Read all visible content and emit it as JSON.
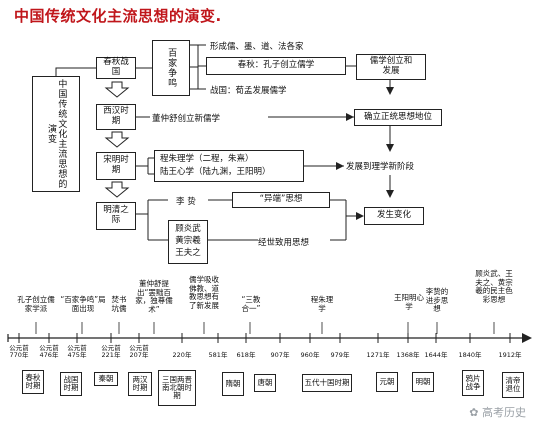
{
  "title": "中国传统文化主流思想的演变.",
  "root": "中国传统文化主流思想的演变",
  "periods": {
    "spring": "春秋战国",
    "han": "西汉时期",
    "songming": "宋明时期",
    "mingqing": "明清之际"
  },
  "baijia": "百家争鸣",
  "spring_items": [
    "形成儒、墨、道、法各家",
    "春秋：孔子创立儒学",
    "战国：荀孟发展儒学"
  ],
  "spring_result": "儒学创立和发展",
  "han_item": "董仲舒创立新儒学",
  "han_result": "确立正统思想地位",
  "songming_items": [
    "程朱理学（二程，朱熹）",
    "陆王心学（陆九渊，王阳明）"
  ],
  "songming_result": "发展到理学新阶段",
  "li_zhi": "李 贽",
  "yiduan": "“异端”思想",
  "qing_names": [
    "顾炎武",
    "黄宗羲",
    "王夫之"
  ],
  "jingshi": "经世致用思想",
  "mingqing_result": "发生变化",
  "timeline": {
    "events": [
      "孔子创立儒家学派",
      "“百家争鸣”局面出现",
      "焚书坑儒",
      "董仲舒提出“罢黜百家，独尊儒术”",
      "儒学吸收佛教、道教思想有了新发展",
      "“三教合一”",
      "程朱理学",
      "王阳明心学",
      "李贽的进步思想",
      "顾炎武、王夫之、黄宗羲的民主色彩思想"
    ],
    "dates": [
      "公元前770年",
      "公元前476年",
      "公元前475年",
      "公元前221年",
      "公元前207年",
      "220年",
      "581年",
      "618年",
      "907年",
      "960年",
      "979年",
      "1271年",
      "1368年",
      "1644年",
      "1840年",
      "1912年"
    ],
    "periods": [
      "春秋时期",
      "战国时期",
      "秦朝",
      "两汉时期",
      "三国两晋南北朝时期",
      "隋朝",
      "唐朝",
      "五代十国时期",
      "元朝",
      "明朝",
      "鸦片战争",
      "清帝退位"
    ]
  },
  "watermark": "高考历史"
}
